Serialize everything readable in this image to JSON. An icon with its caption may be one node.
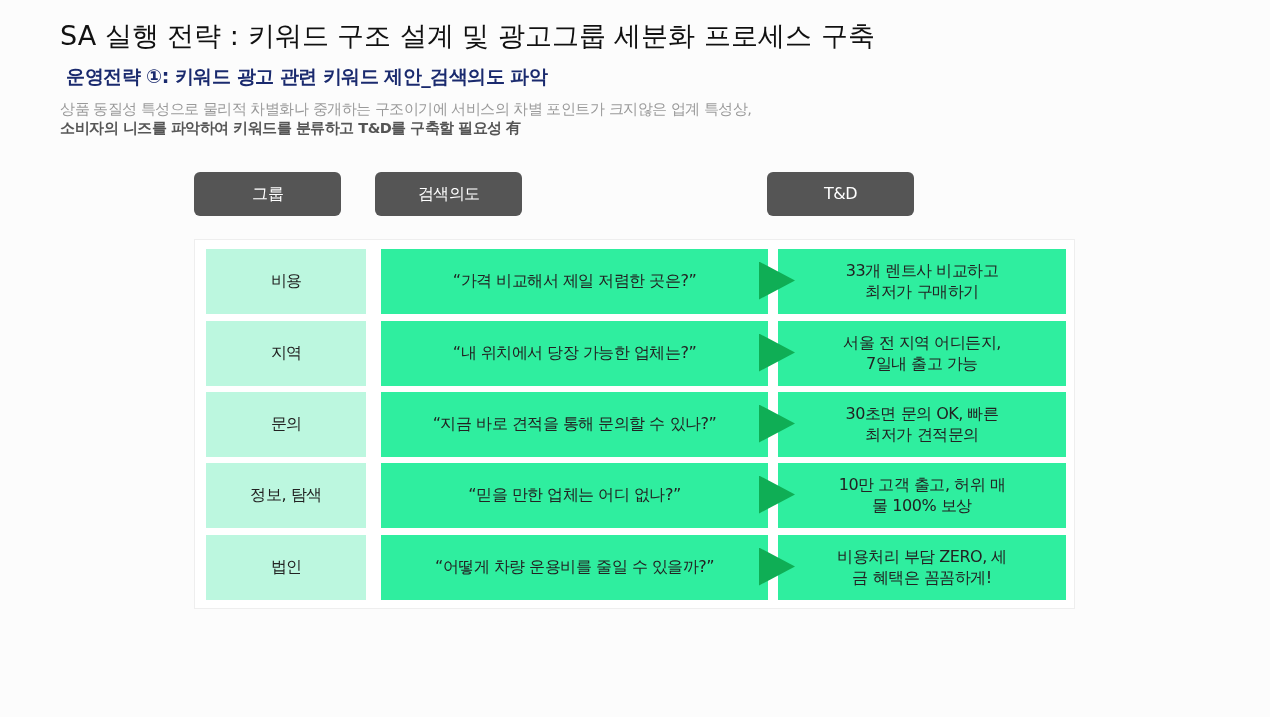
{
  "diagram": {
    "title": "SA 실행 전략 : 키워드 구조 설계 및 광고그룹 세분화 프로세스 구축",
    "nodes": [
      {
        "text": [
          "그룹"
        ]
      },
      {
        "text": [
          "검색의도"
        ]
      },
      {
        "text": [
          "T&D"
        ]
      },
      {
        "text": [],
        "shape": "box"
      },
      {
        "text": [
          "비용"
        ],
        "in": 3
      },
      {
        "text": [
          "“가격 비교해서 제일 저렴한 곳은?”"
        ],
        "in": 3
      },
      {
        "text": [
          "33개 렌트사 비교하고 최저가 구매하기"
        ],
        "in": 3
      },
      {
        "text": [
          "지역"
        ],
        "in": 3
      },
      {
        "text": [
          "“내 위치에서 당장 가능한 업체는?”"
        ],
        "in": 3
      },
      {
        "text": [
          "서울 전 지역 어디든지, 7일내 출고 가능"
        ],
        "in": 3
      },
      {
        "text": [
          "문의"
        ],
        "in": 3
      },
      {
        "text": [
          "“지금 바로 견적을 통해 문의할 수 있나?”"
        ],
        "in": 3
      },
      {
        "text": [
          "30초면 문의 OK, 빠른 최저가 견적문의"
        ],
        "in": 3
      },
      {
        "text": [
          "정보, 탐색"
        ],
        "in": 3
      },
      {
        "text": [
          "“믿을 만한 업체는 어디 없나?”"
        ],
        "in": 3
      },
      {
        "text": [
          "10만 고객 출고, 허위 매물 100% 보상"
        ],
        "in": 3
      },
      {
        "text": [
          "법인"
        ],
        "in": 3
      },
      {
        "text": [
          "“어떻게 차량 운용비를 줄일 수 있을까?”"
        ],
        "in": 3
      },
      {
        "text": [
          "비용처리 부담 ZERO, 세금 혜택은 꼼꼼하게!"
        ],
        "in": 3
      }
    ],
    "edges": [
      {
        "from": 5,
        "to": 6,
        "arrow": "to"
      },
      {
        "from": 8,
        "to": 9,
        "arrow": "to"
      },
      {
        "from": 11,
        "to": 12,
        "arrow": "to"
      },
      {
        "from": 14,
        "to": 15,
        "arrow": "to"
      },
      {
        "from": 17,
        "to": 18,
        "arrow": "to"
      }
    ],
    "labels": [
      "운영전략 ①: 키워드 광고 관련 키워드 제안_검색의도 파악",
      "상품 동질성 특성으로 물리적 차별화나 중개하는 구조이기에 서비스의 차별 포인트가 크지않은 업계 특성상,",
      "소비자의 니즈를 파악하여 키워드를 분류하고 T&D를 구축할 필요성 有"
    ]
  }
}
